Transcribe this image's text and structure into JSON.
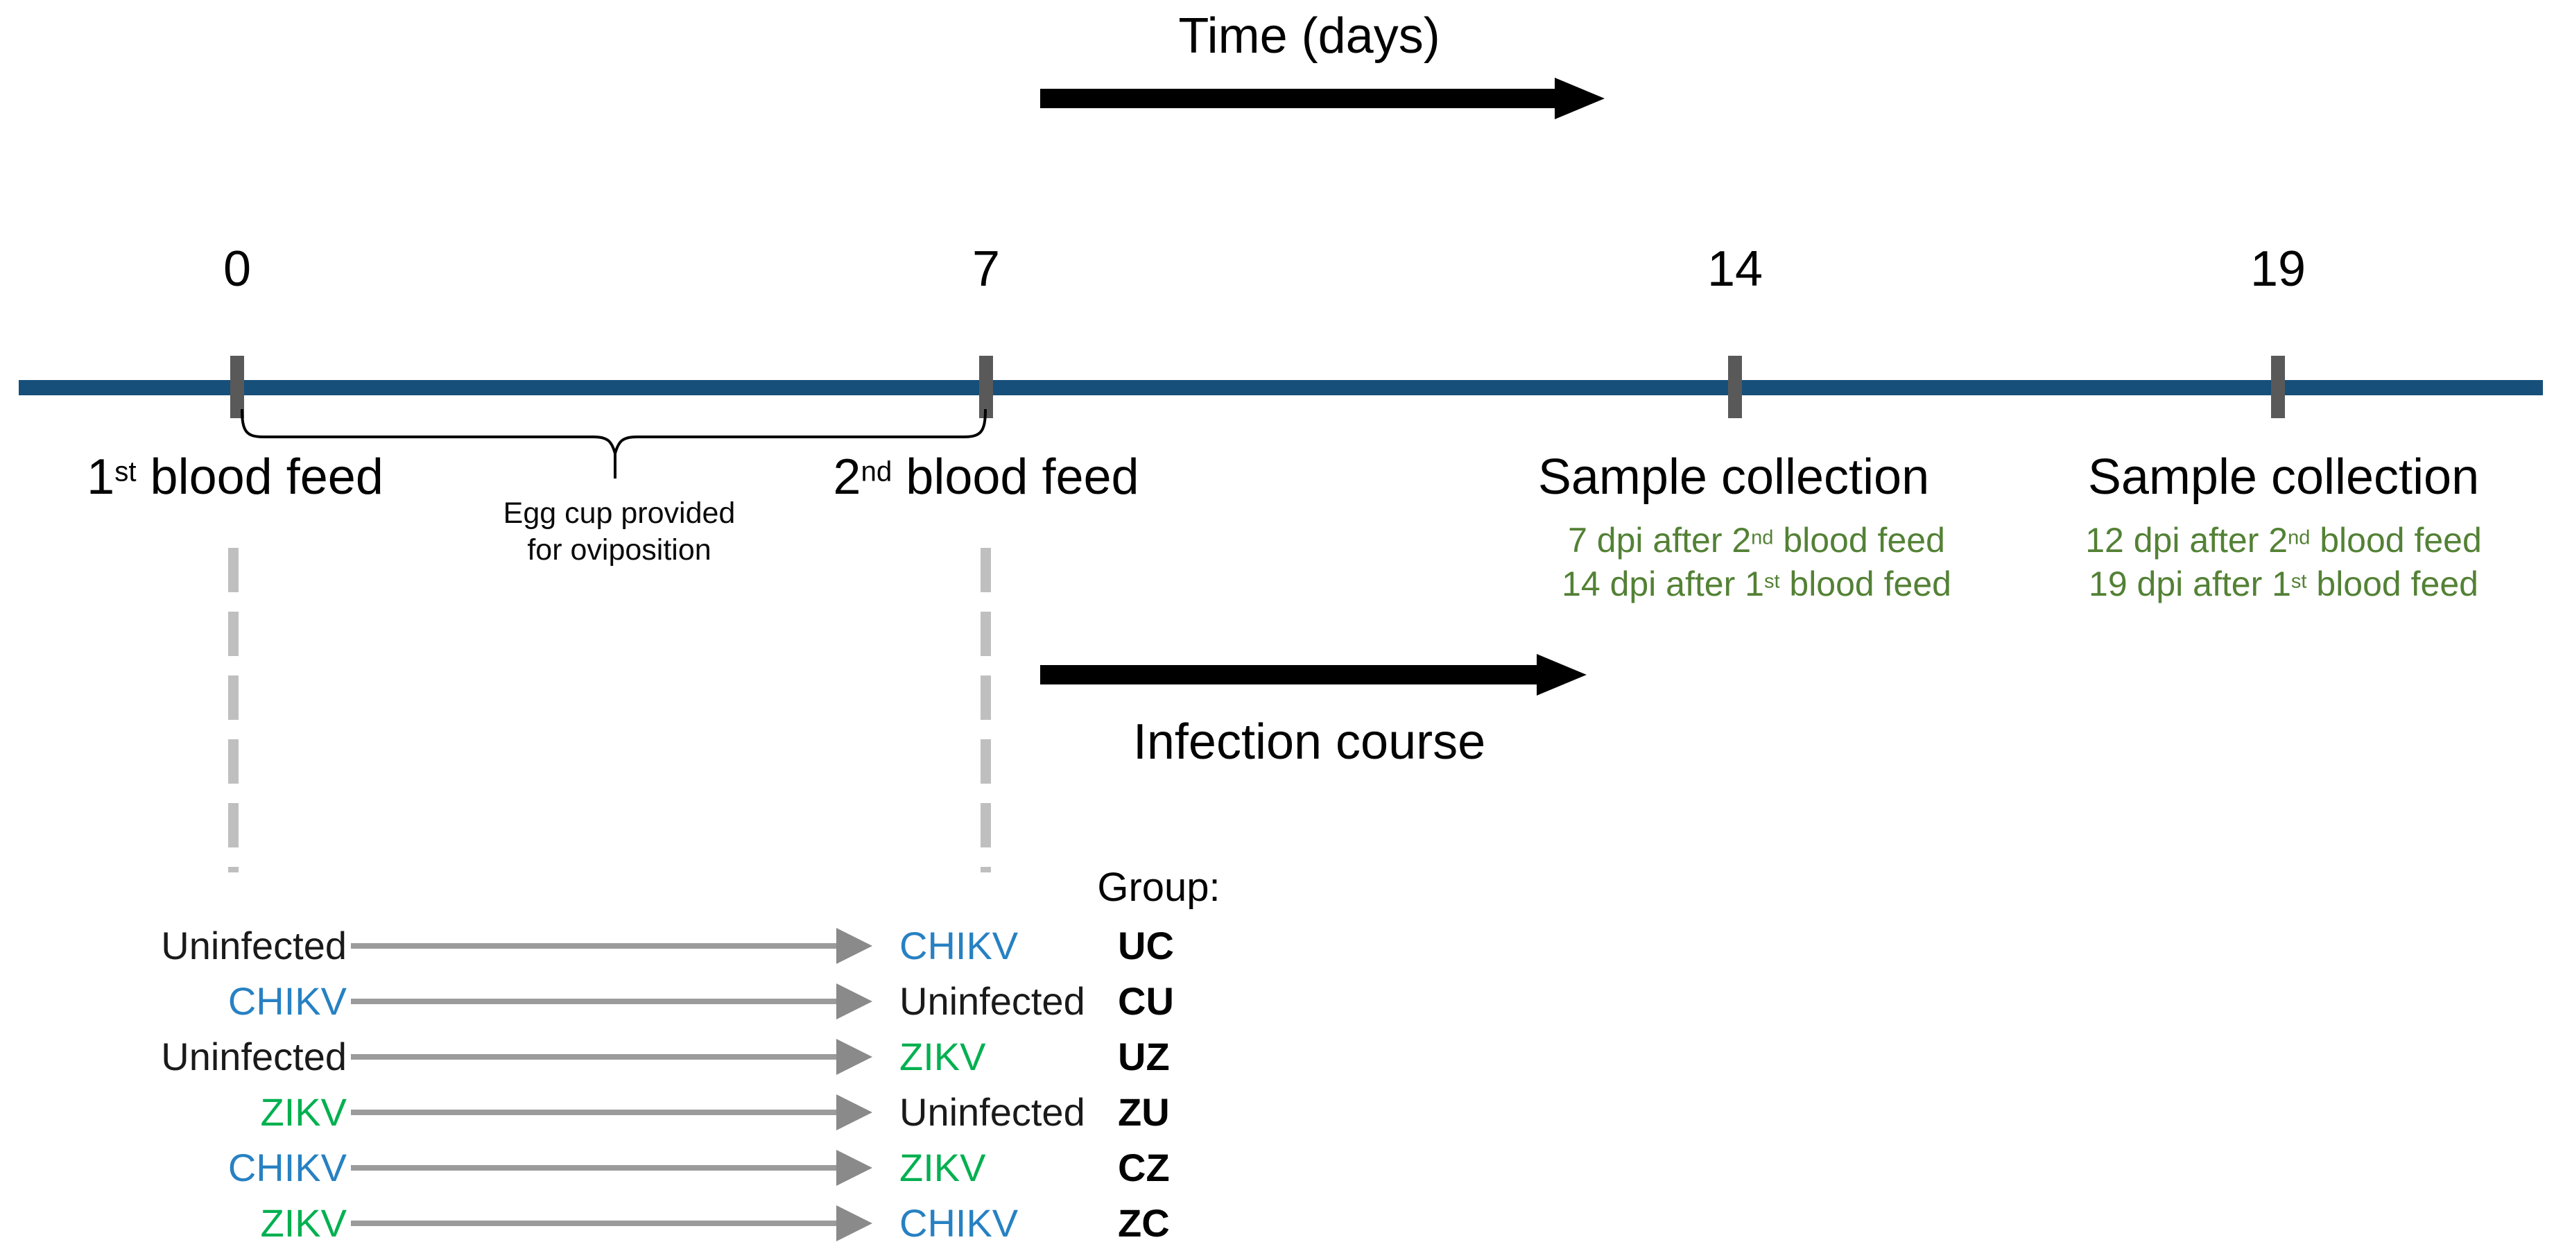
{
  "colors": {
    "timeline_bar": "#164F79",
    "tick_mark": "#595959",
    "chikv_blue": "#2781C2",
    "zikv_green": "#00B050",
    "dpi_note_green": "#538135",
    "dashed_guide_gray": "#BFBFBF",
    "group_arrow_gray": "#9B9B9B",
    "black_arrow": "#000000"
  },
  "time_axis": {
    "title": "Time (days)",
    "ticks": [
      {
        "label": "0"
      },
      {
        "label": "7"
      },
      {
        "label": "14"
      },
      {
        "label": "19"
      }
    ]
  },
  "events": {
    "first_blood_feed": {
      "num": "1",
      "ord": "st",
      "rest": " blood feed"
    },
    "second_blood_feed": {
      "num": "2",
      "ord": "nd",
      "rest": " blood feed"
    },
    "egg_cup": {
      "line1": "Egg cup provided",
      "line2": "for oviposition"
    },
    "sample_collection_14": {
      "title": "Sample collection",
      "note1": {
        "pre": "7 dpi after 2",
        "ord": "nd",
        "post": " blood feed"
      },
      "note2": {
        "pre": "14 dpi after 1",
        "ord": "st",
        "post": " blood feed"
      }
    },
    "sample_collection_19": {
      "title": "Sample collection",
      "note1": {
        "pre": "12 dpi after 2",
        "ord": "nd",
        "post": " blood feed"
      },
      "note2": {
        "pre": "19 dpi after 1",
        "ord": "st",
        "post": " blood feed"
      }
    }
  },
  "infection": {
    "label": "Infection course"
  },
  "groups": {
    "header": "Group:",
    "rows": [
      {
        "first": "Uninfected",
        "second": "CHIKV",
        "code": "UC"
      },
      {
        "first": "CHIKV",
        "second": "Uninfected",
        "code": "CU"
      },
      {
        "first": "Uninfected",
        "second": "ZIKV",
        "code": "UZ"
      },
      {
        "first": "ZIKV",
        "second": "Uninfected",
        "code": "ZU"
      },
      {
        "first": "CHIKV",
        "second": "ZIKV",
        "code": "CZ"
      },
      {
        "first": "ZIKV",
        "second": "CHIKV",
        "code": "ZC"
      }
    ]
  }
}
